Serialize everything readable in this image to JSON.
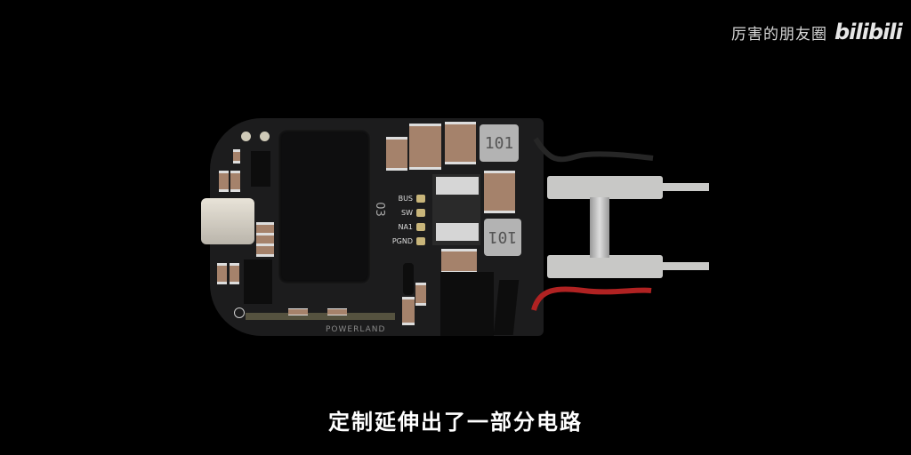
{
  "watermark": {
    "channel_name": "厉害的朋友圈",
    "logo": "bilibili"
  },
  "subtitle": {
    "text": "定制延伸出了一部分电路"
  },
  "pcb": {
    "silkscreen_brand": "POWERLAND",
    "inductor_label": "03",
    "inductor_marking_top": "101",
    "inductor_marking_bottom": "101",
    "test_points": [
      {
        "label": "BUS"
      },
      {
        "label": "SW"
      },
      {
        "label": "NA1"
      },
      {
        "label": "PGND"
      }
    ]
  },
  "colors": {
    "background": "#000000",
    "pcb": "#1c1c1d",
    "capacitor": "#a5826b",
    "wire_red": "#b02222",
    "wire_black": "#222222",
    "metal": "#c8c8c6"
  }
}
